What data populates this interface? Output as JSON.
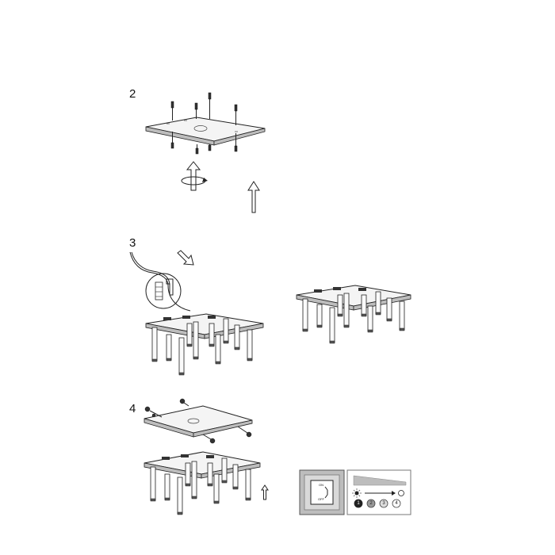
{
  "steps": [
    {
      "number": "2"
    },
    {
      "number": "3"
    },
    {
      "number": "4"
    }
  ],
  "switch_panel": {
    "on_label": "ON",
    "off_label": "OFF",
    "dimming_levels": [
      "1",
      "2",
      "3",
      "4"
    ]
  },
  "icons": {
    "step2": [
      "screw-icon",
      "rotate-arrow-icon",
      "up-arrow-icon"
    ],
    "step3": [
      "cable-icon",
      "terminal-connector-icon",
      "diagonal-arrow-icon"
    ],
    "step4": [
      "screw-icon",
      "up-arrow-icon"
    ],
    "switch": [
      "wall-switch-icon",
      "sun-icon",
      "brightness-ramp-icon",
      "right-arrow-icon",
      "bulb-off-icon"
    ]
  }
}
